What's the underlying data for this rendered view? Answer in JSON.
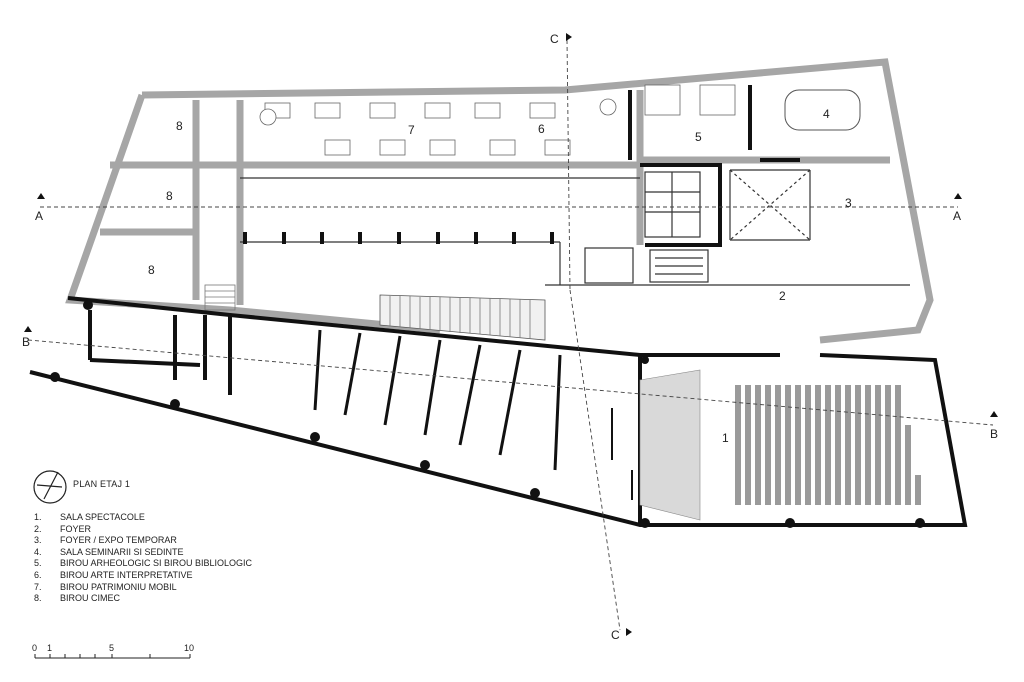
{
  "plan": {
    "title": "PLAN ETAJ 1",
    "legend": [
      {
        "num": "1.",
        "label": "SALA SPECTACOLE"
      },
      {
        "num": "2.",
        "label": "FOYER"
      },
      {
        "num": "3.",
        "label": "FOYER / EXPO TEMPORAR"
      },
      {
        "num": "4.",
        "label": "SALA SEMINARII SI SEDINTE"
      },
      {
        "num": "5.",
        "label": "BIROU ARHEOLOGIC SI BIROU BIBLIOLOGIC"
      },
      {
        "num": "6.",
        "label": "BIROU ARTE INTERPRETATIVE"
      },
      {
        "num": "7.",
        "label": "BIROU PATRIMONIU MOBIL"
      },
      {
        "num": "8.",
        "label": "BIROU CIMEC"
      }
    ],
    "room_numbers": {
      "r1": "1",
      "r2": "2",
      "r3": "3",
      "r4": "4",
      "r5": "5",
      "r6": "6",
      "r7": "7",
      "r8a": "8",
      "r8b": "8",
      "r8c": "8"
    },
    "sections": {
      "a_left": "A",
      "a_right": "A",
      "b_left": "B",
      "b_right": "B",
      "c_top": "C",
      "c_bottom": "C"
    },
    "scale": {
      "ticks": [
        "0",
        "1",
        "5",
        "10"
      ]
    },
    "colors": {
      "wall_grey": "#a6a6a6",
      "wall_black": "#111111",
      "line": "#333333"
    }
  }
}
